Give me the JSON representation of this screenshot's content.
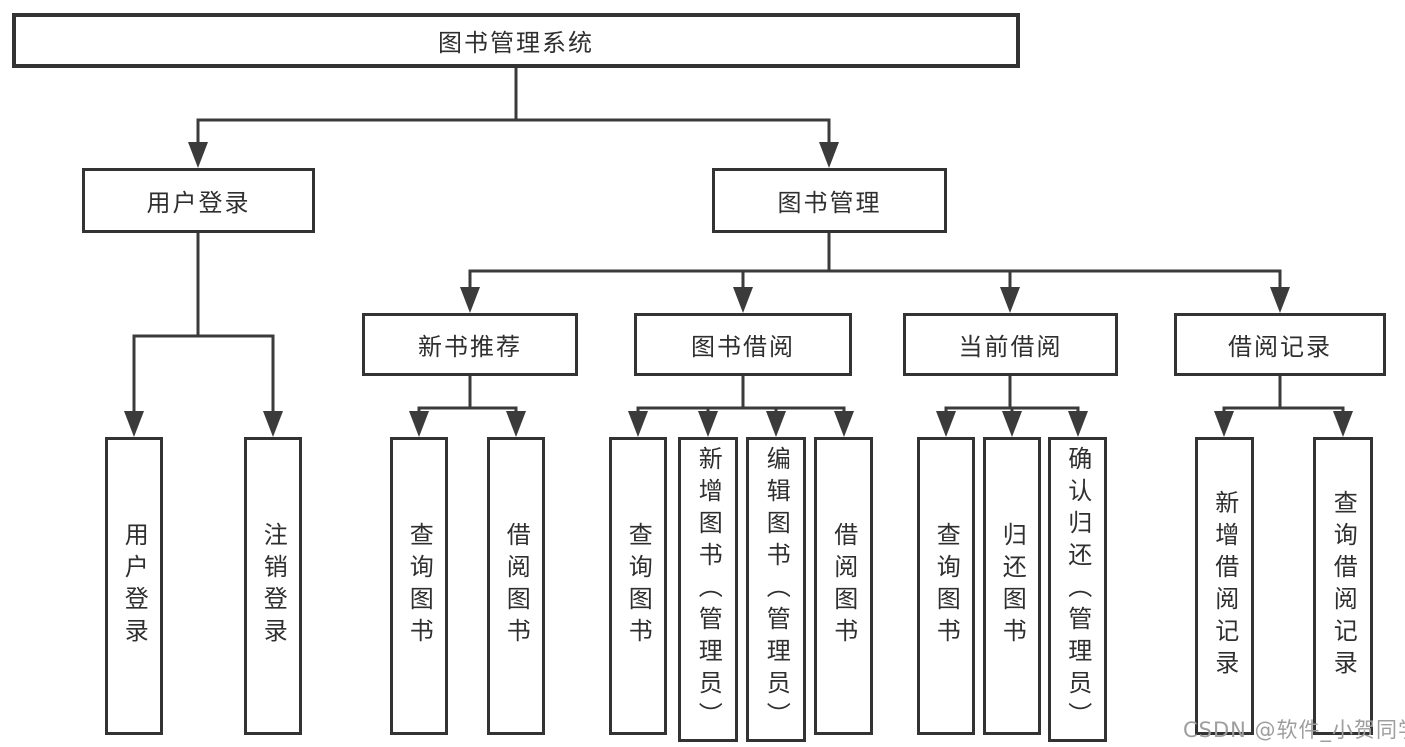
{
  "diagram": {
    "root": "图书管理系统",
    "level2": {
      "user_login": "用户登录",
      "book_management": "图书管理"
    },
    "level3": {
      "recommend": "新书推荐",
      "borrow": "图书借阅",
      "current": "当前借阅",
      "records": "借阅记录"
    },
    "leaves": {
      "login": [
        "用户登录",
        "注销登录"
      ],
      "recommend": [
        "查询图书",
        "借阅图书"
      ],
      "borrow": [
        "查询图书",
        "新增图书（管理员）",
        "编辑图书（管理员）",
        "借阅图书"
      ],
      "current": [
        "查询图书",
        "归还图书",
        "确认归还（管理员）"
      ],
      "records": [
        "新增借阅记录",
        "查询借阅记录"
      ]
    }
  },
  "watermark": "CSDN @软件_小贺同学",
  "colors": {
    "line": "#3b3b3b",
    "border": "#333333",
    "text": "#2f2f2f",
    "watermark": "#9e9e9e",
    "background": "#ffffff"
  }
}
